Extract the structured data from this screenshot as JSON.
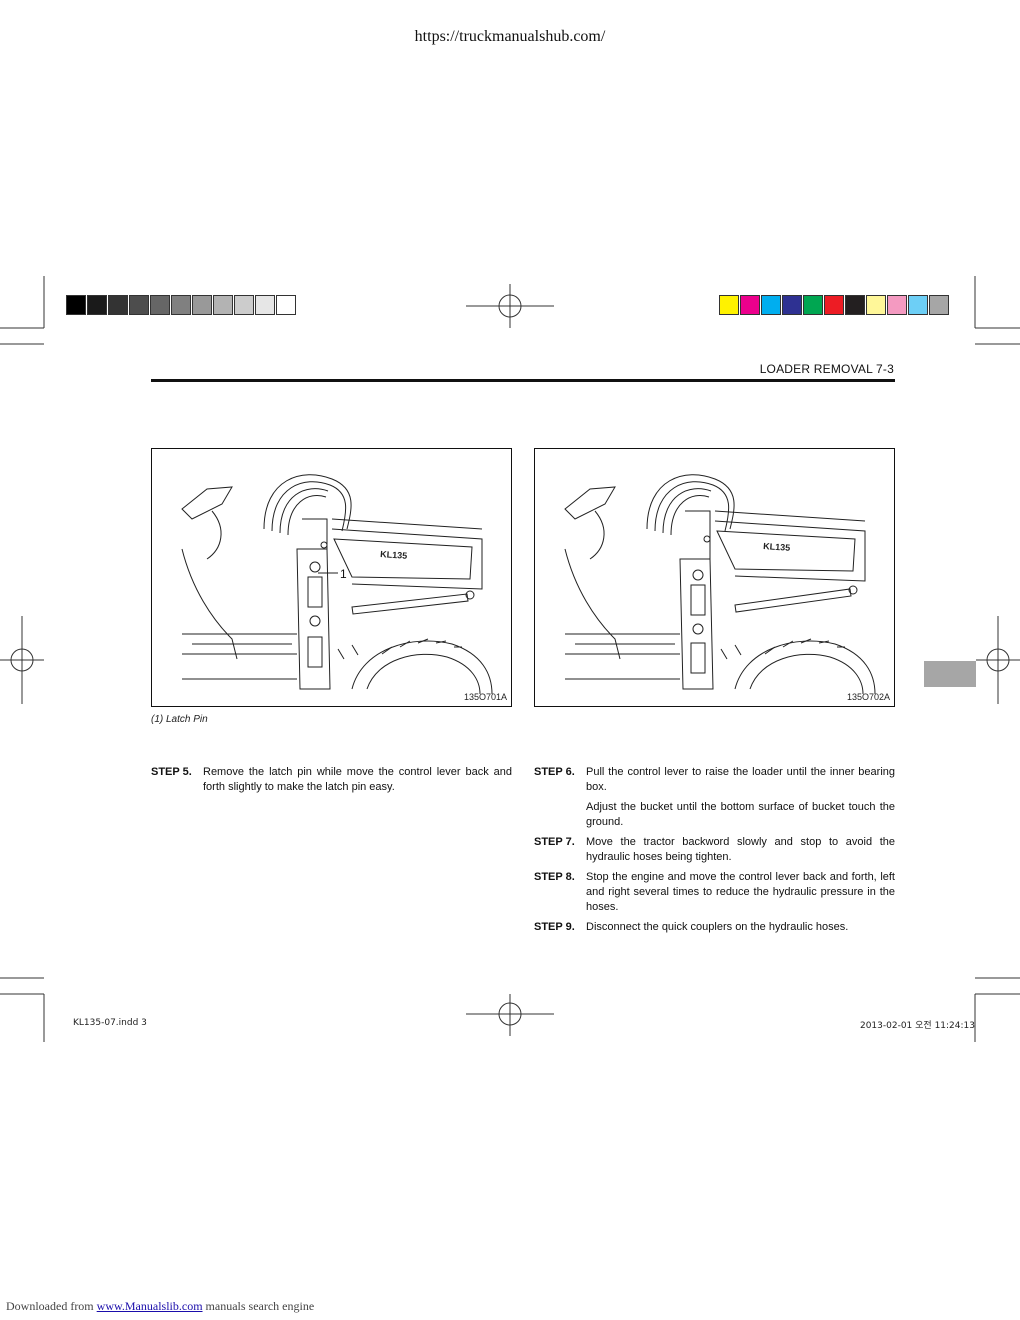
{
  "header": {
    "site_url": "https://truckmanualshub.com/",
    "running_head": "LOADER REMOVAL  7-3"
  },
  "color_bars": {
    "gray": [
      "#000000",
      "#1a1a1a",
      "#333333",
      "#4d4d4d",
      "#666666",
      "#808080",
      "#999999",
      "#b3b3b3",
      "#cccccc",
      "#e6e6e6",
      "#ffffff"
    ],
    "process": [
      "#fff200",
      "#ec008c",
      "#00aeef",
      "#2e3192",
      "#00a651",
      "#ed1c24",
      "#231f20",
      "#fff799",
      "#f49ac1",
      "#6dcff6",
      "#a6a6a6"
    ]
  },
  "figures": [
    {
      "code": "135O701A",
      "callout": "1",
      "tractor_label": "KL135"
    },
    {
      "code": "135O702A",
      "tractor_label": "KL135"
    }
  ],
  "caption": "(1)  Latch Pin",
  "steps_left": [
    {
      "label": "STEP 5.",
      "paragraphs": [
        "Remove the latch pin while move the control lever back and forth slightly to make the latch pin easy."
      ]
    }
  ],
  "steps_right": [
    {
      "label": "STEP 6.",
      "paragraphs": [
        "Pull the control lever to raise the loader until the inner bearing box.",
        "Adjust the bucket until the bottom surface of bucket touch the ground."
      ]
    },
    {
      "label": "STEP 7.",
      "paragraphs": [
        "Move the tractor backword slowly and stop to avoid the hydraulic hoses being tighten."
      ]
    },
    {
      "label": "STEP 8.",
      "paragraphs": [
        "Stop the engine and move the control lever back and forth, left and right several times to reduce the hydraulic pressure in the hoses."
      ]
    },
    {
      "label": "STEP 9.",
      "paragraphs": [
        "Disconnect the quick couplers on the hydraulic hoses."
      ]
    }
  ],
  "footer": {
    "slug_left": "KL135-07.indd   3",
    "slug_right": "2013-02-01   오전 11:24:13",
    "download_prefix": "Downloaded from ",
    "download_link": "www.Manualslib.com",
    "download_suffix": "  manuals search engine"
  }
}
